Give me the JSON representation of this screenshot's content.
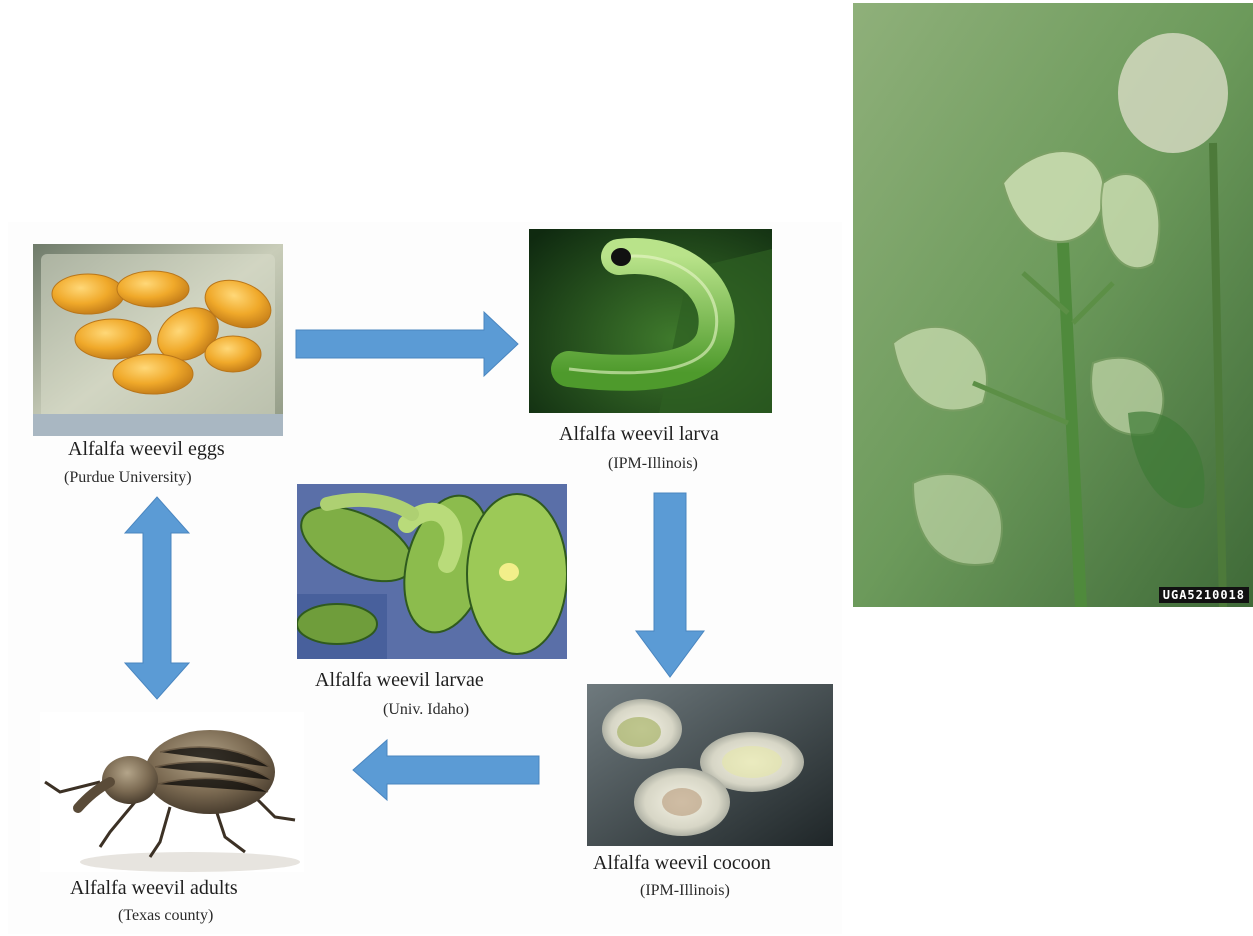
{
  "stages": {
    "eggs": {
      "title": "Alfalfa weevil eggs",
      "credit": "(Purdue University)"
    },
    "larva": {
      "title": "Alfalfa weevil larva",
      "credit": "(IPM-Illinois)"
    },
    "larvae": {
      "title": "Alfalfa weevil larvae",
      "credit": "(Univ. Idaho)"
    },
    "cocoon": {
      "title": "Alfalfa weevil cocoon",
      "credit": "(IPM-Illinois)"
    },
    "adults": {
      "title": "Alfalfa weevil adults",
      "credit": "(Texas county)"
    }
  },
  "damage_photo": {
    "watermark": "UGA5210018"
  },
  "colors": {
    "arrow": "#5b9bd5",
    "arrow_edge": "#4a86c0"
  }
}
